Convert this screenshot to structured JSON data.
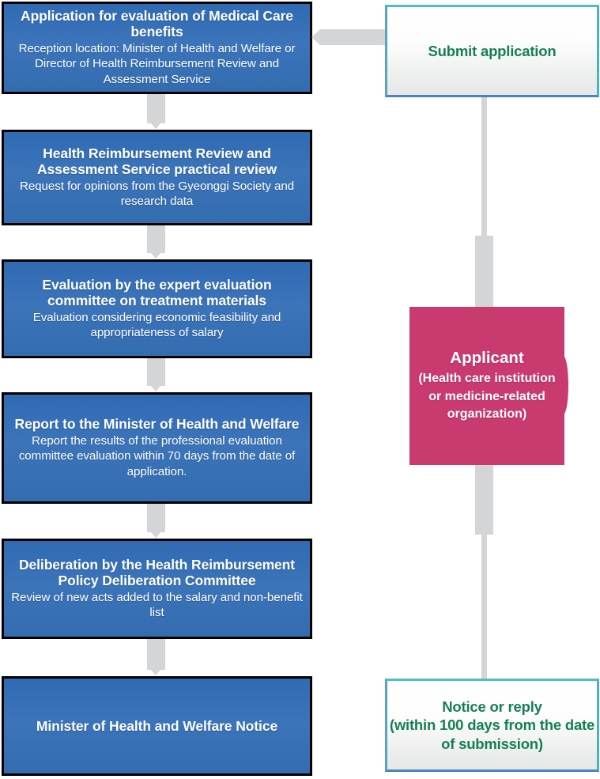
{
  "diagram": {
    "title": "Medical Care benefits evaluation process flowchart",
    "colors": {
      "process_blue": "#2f6ab4",
      "process_border": "#000000",
      "outline_teal": "#4cbfc6",
      "outline_blue": "#4a83bd",
      "applicant_pink": "#c93a6f",
      "label_green": "#157f54",
      "connector_gray": "#d4d5d6"
    }
  },
  "process_steps": [
    {
      "id": "step-1",
      "title": "Application for evaluation of Medical Care benefits",
      "subtitle": "Reception location: Minister of Health and Welfare or Director of Health Reimbursement Review and Assessment Service"
    },
    {
      "id": "step-2",
      "title": "Health Reimbursement Review and Assessment Service practical review",
      "subtitle": "Request for opinions from the Gyeonggi Society and research data"
    },
    {
      "id": "step-3",
      "title": "Evaluation by the expert evaluation committee on treatment materials",
      "subtitle": "Evaluation considering economic feasibility and appropriateness of salary"
    },
    {
      "id": "step-4",
      "title": "Report to the Minister of Health and Welfare",
      "subtitle": "Report the results of the professional evaluation committee evaluation within 70 days from the date of application."
    },
    {
      "id": "step-5",
      "title": "Deliberation by the Health Reimbursement Policy Deliberation Committee",
      "subtitle": "Review of new acts added to the salary and non-benefit list"
    },
    {
      "id": "step-6",
      "title": "Minister of Health and Welfare Notice",
      "subtitle": ""
    }
  ],
  "actor_steps": {
    "submit": {
      "label": "Submit application"
    },
    "applicant": {
      "title": "Applicant",
      "subtitle": "(Health care institution or medicine-related organization)"
    },
    "notice": {
      "label": "Notice or reply\n(within 100 days from the date of submission)"
    }
  }
}
